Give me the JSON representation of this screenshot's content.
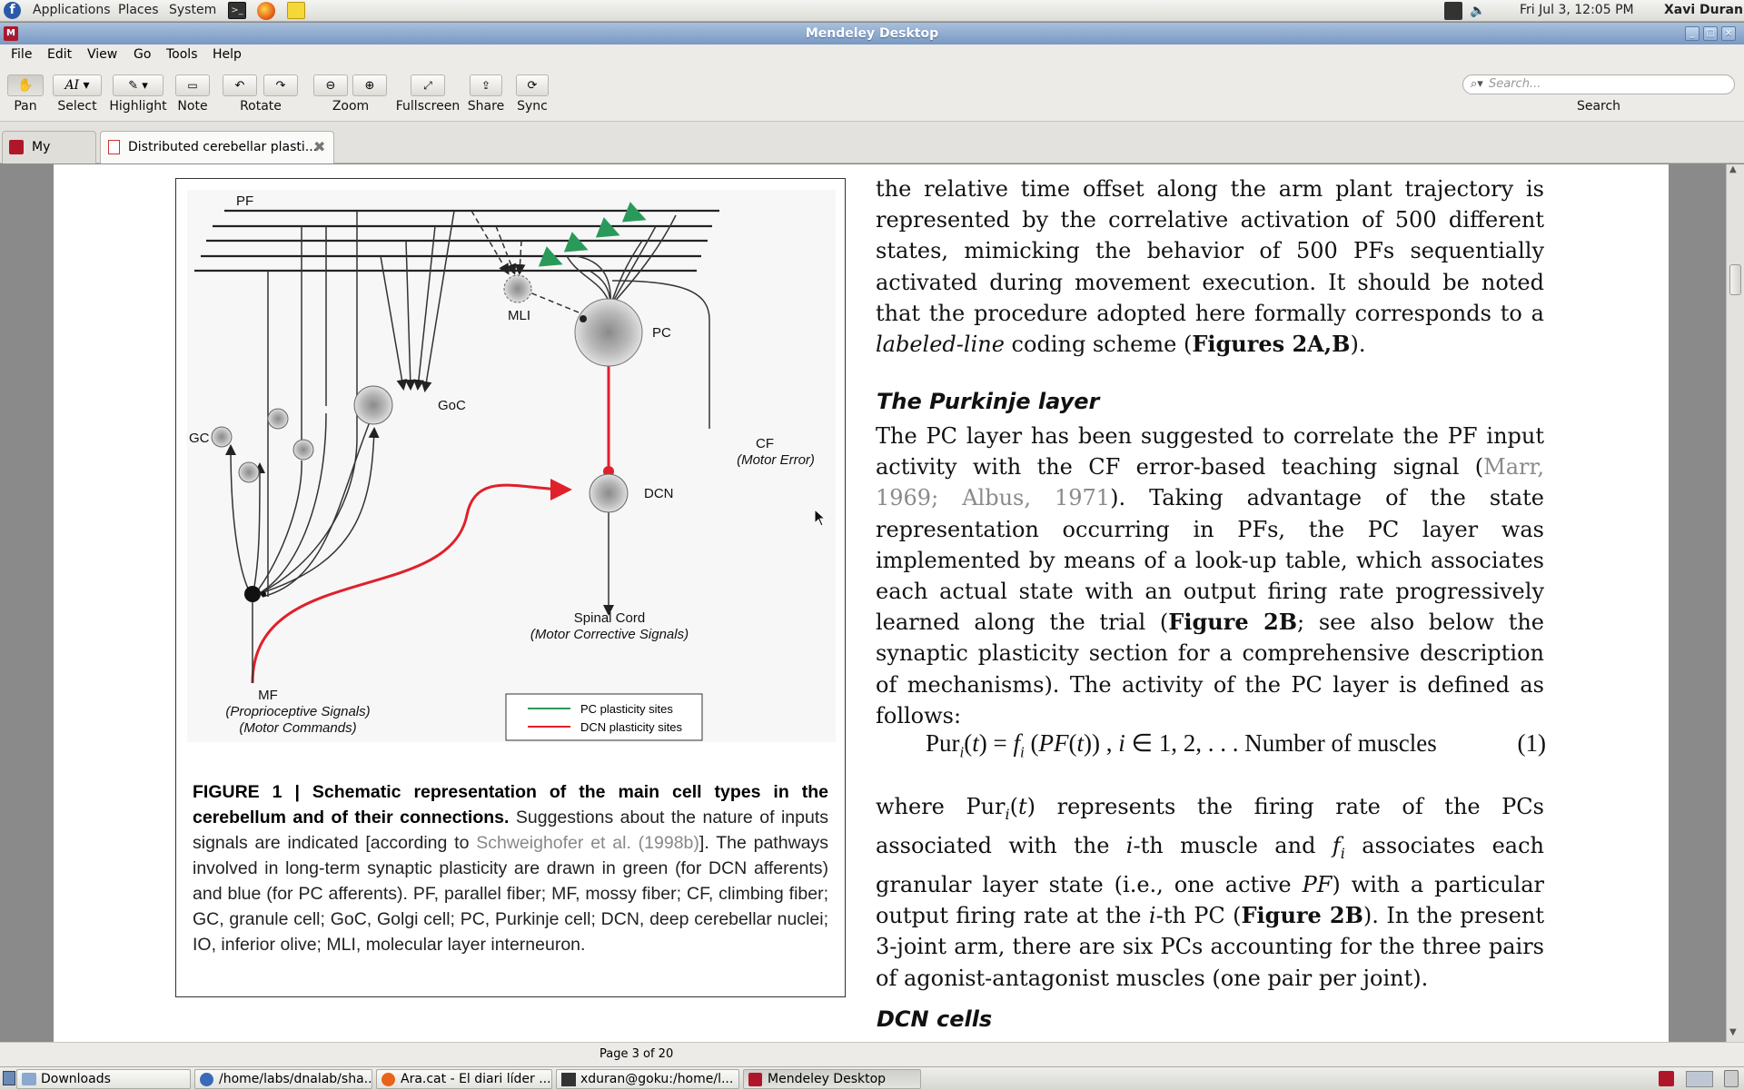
{
  "panel": {
    "applications": "Applications",
    "places": "Places",
    "system": "System",
    "user": "Xavi Duran",
    "clock": "Fri Jul  3, 12:05 PM"
  },
  "window": {
    "title": "Mendeley Desktop"
  },
  "menu": {
    "file": "File",
    "edit": "Edit",
    "view": "View",
    "go": "Go",
    "tools": "Tools",
    "help": "Help"
  },
  "toolbar": {
    "pan": "Pan",
    "select": "Select",
    "highlight": "Highlight",
    "note": "Note",
    "rotate": "Rotate",
    "zoom": "Zoom",
    "fullscreen": "Fullscreen",
    "share": "Share",
    "sync": "Sync",
    "search_label": "Search",
    "search_placeholder": "Search..."
  },
  "tabs": {
    "library": "My Library",
    "document": "Distributed cerebellar plasti..."
  },
  "figure": {
    "labels": {
      "pf": "PF",
      "mli": "MLI",
      "pc": "PC",
      "goc": "GoC",
      "gc": "GC",
      "cf": "CF",
      "cf_sub": "(Motor Error)",
      "dcn": "DCN",
      "spinal": "Spinal Cord",
      "spinal_sub": "(Motor Corrective Signals)",
      "mf": "MF",
      "mf_sub1": "(Proprioceptive Signals)",
      "mf_sub2": "(Motor Commands)",
      "legend_pc": "PC plasticity sites",
      "legend_dcn": "DCN plasticity sites"
    },
    "caption_bold": "FIGURE 1 | Schematic representation of the main cell types in the cerebellum and of their connections.",
    "caption_1": " Suggestions about the nature of inputs signals are indicated [according to ",
    "caption_link": "Schweighofer et al. (1998b)",
    "caption_2": "]. The pathways involved in long-term synaptic plasticity are drawn in green (for DCN afferents) and blue (for PC afferents). PF, parallel fiber; MF, mossy fiber; CF, climbing fiber; GC, granule cell; GoC, Golgi cell; PC, Purkinje cell; DCN, deep cerebellar nuclei; IO, inferior olive; MLI, molecular layer interneuron."
  },
  "text": {
    "p1_a": "the relative time offset along the arm plant trajectory is represented by the correlative activation of 500 different states, mimicking the behavior of 500 PFs sequentially activated during movement execution. It should be noted that the procedure adopted here formally corresponds to a ",
    "p1_em": "labeled-line",
    "p1_b": " coding scheme (",
    "p1_fig": "Figures 2A,B",
    "p1_c": ").",
    "heading1": "The Purkinje layer",
    "p2_a": "The PC layer has been suggested to correlate the PF input activity with the CF error-based teaching signal (",
    "p2_ref": "Marr, 1969; Albus, 1971",
    "p2_b": "). Taking advantage of the state representation occurring in PFs, the PC layer was implemented by means of a look-up table, which associates each actual state with an output firing rate progressively learned along the trial (",
    "p2_fig": "Figure 2B",
    "p2_c": "; see also below the synaptic plasticity section for a comprehensive description of mechanisms). The activity of the PC layer is defined as follows:",
    "eq_tail": "Number of muscles",
    "eq_num": "(1)",
    "p3_a": "where Pur",
    "p3_b": " represents the firing rate of the PCs associated with the ",
    "p3_c": "-th muscle and ",
    "p3_d": " associates each granular layer state (i.e., one active ",
    "p3_e": ") with a particular output firing rate at the ",
    "p3_f": "-th PC (",
    "p3_fig": "Figure 2B",
    "p3_g": "). In the present 3-joint arm, there are six PCs accounting for the three pairs of agonist-antagonist muscles (one pair per joint).",
    "heading2": "DCN cells"
  },
  "status": {
    "page": "Page 3 of 20"
  },
  "taskbar": {
    "t1": "Downloads",
    "t2": "/home/labs/dnalab/sha...",
    "t3": "Ara.cat - El diari líder ...",
    "t4": "xduran@goku:/home/l...",
    "t5": "Mendeley Desktop"
  },
  "colors": {
    "green": "#2a9a5a",
    "red": "#e0202a",
    "mendeley": "#b0162a"
  }
}
